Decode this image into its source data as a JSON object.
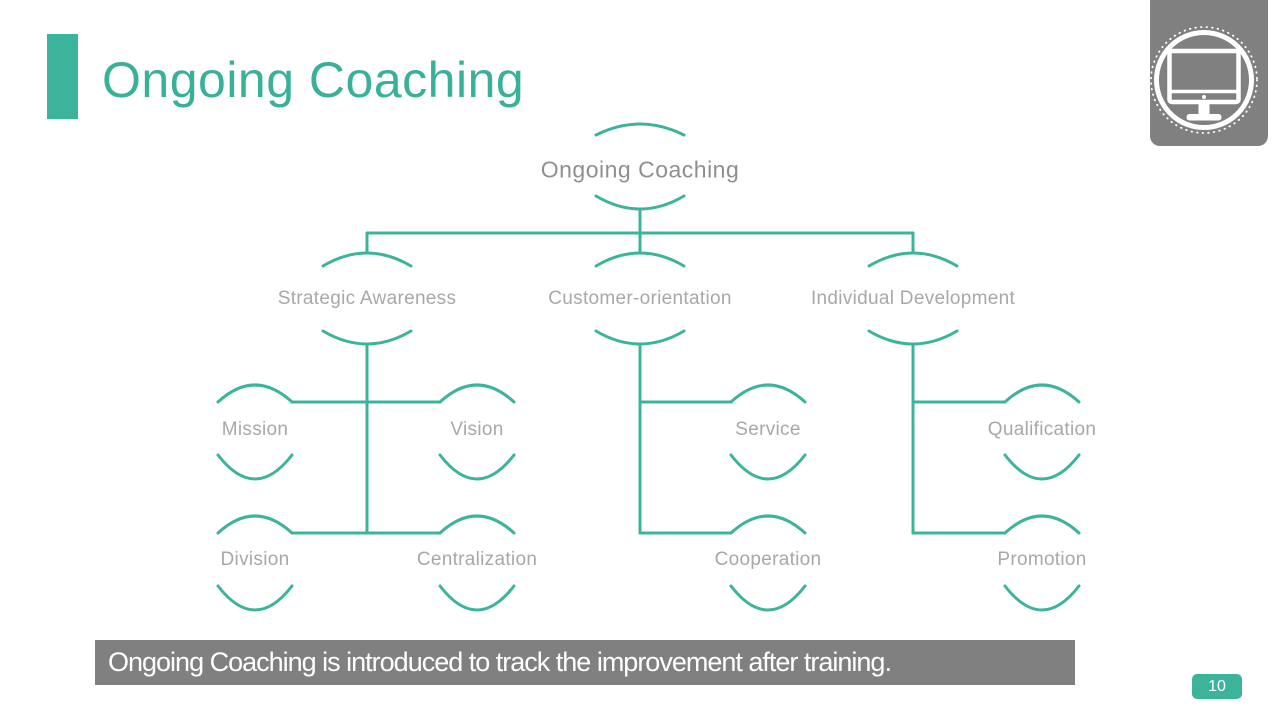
{
  "slide": {
    "title": "Ongoing Coaching",
    "caption": "Ongoing Coaching is introduced to track the improvement after training.",
    "page_number": "10",
    "accent_color": "#3cb49b",
    "header_icon": "monitor-icon"
  },
  "diagram": {
    "root": {
      "label": "Ongoing Coaching",
      "children": [
        {
          "label": "Strategic Awareness",
          "children": [
            {
              "label": "Mission"
            },
            {
              "label": "Vision"
            },
            {
              "label": "Division"
            },
            {
              "label": "Centralization"
            }
          ]
        },
        {
          "label": "Customer-orientation",
          "children": [
            {
              "label": "Service"
            },
            {
              "label": "Cooperation"
            }
          ]
        },
        {
          "label": "Individual Development",
          "children": [
            {
              "label": "Qualification"
            },
            {
              "label": "Promotion"
            }
          ]
        }
      ]
    }
  }
}
